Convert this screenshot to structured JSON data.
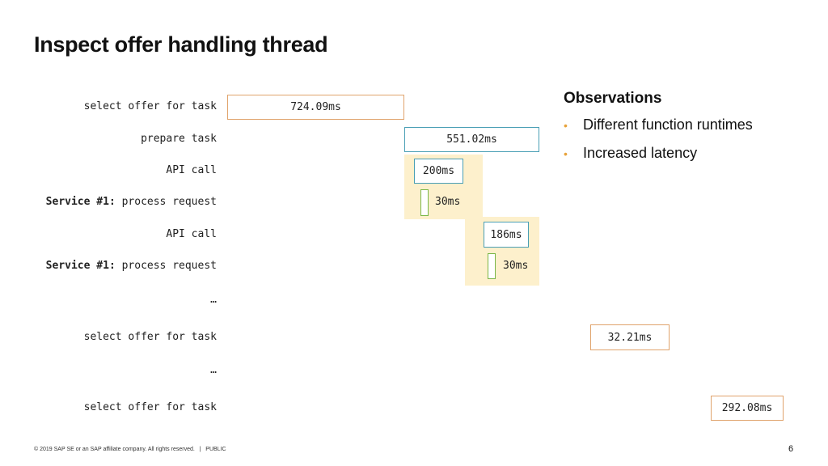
{
  "title": "Inspect offer handling thread",
  "rows": [
    {
      "label": "select offer for task",
      "prefix": ""
    },
    {
      "label": "prepare task",
      "prefix": ""
    },
    {
      "label": "API call",
      "prefix": ""
    },
    {
      "label": " process request",
      "prefix": "Service #1:"
    },
    {
      "label": "API call",
      "prefix": ""
    },
    {
      "label": " process request",
      "prefix": "Service #1:"
    },
    {
      "label": "…",
      "prefix": ""
    },
    {
      "label": "select offer for task",
      "prefix": ""
    },
    {
      "label": "…",
      "prefix": ""
    },
    {
      "label": "select offer for task",
      "prefix": ""
    }
  ],
  "durations": {
    "select_offer_1": "724.09ms",
    "prepare_task": "551.02ms",
    "api_call_1": "200ms",
    "service_1": "30ms",
    "api_call_2": "186ms",
    "service_2": "30ms",
    "select_offer_2": "32.21ms",
    "select_offer_3": "292.08ms"
  },
  "observations": {
    "title": "Observations",
    "items": [
      "Different function runtimes",
      "Increased latency"
    ]
  },
  "footer": "© 2019 SAP SE or an SAP affiliate company. All rights reserved.   |   PUBLIC",
  "page_number": "6",
  "colors": {
    "orange_border": "#e0a36c",
    "teal_border": "#4a9fb5",
    "green_border": "#7ab648",
    "highlight_bg": "#fdf0cc",
    "bullet": "#e8a33b"
  }
}
